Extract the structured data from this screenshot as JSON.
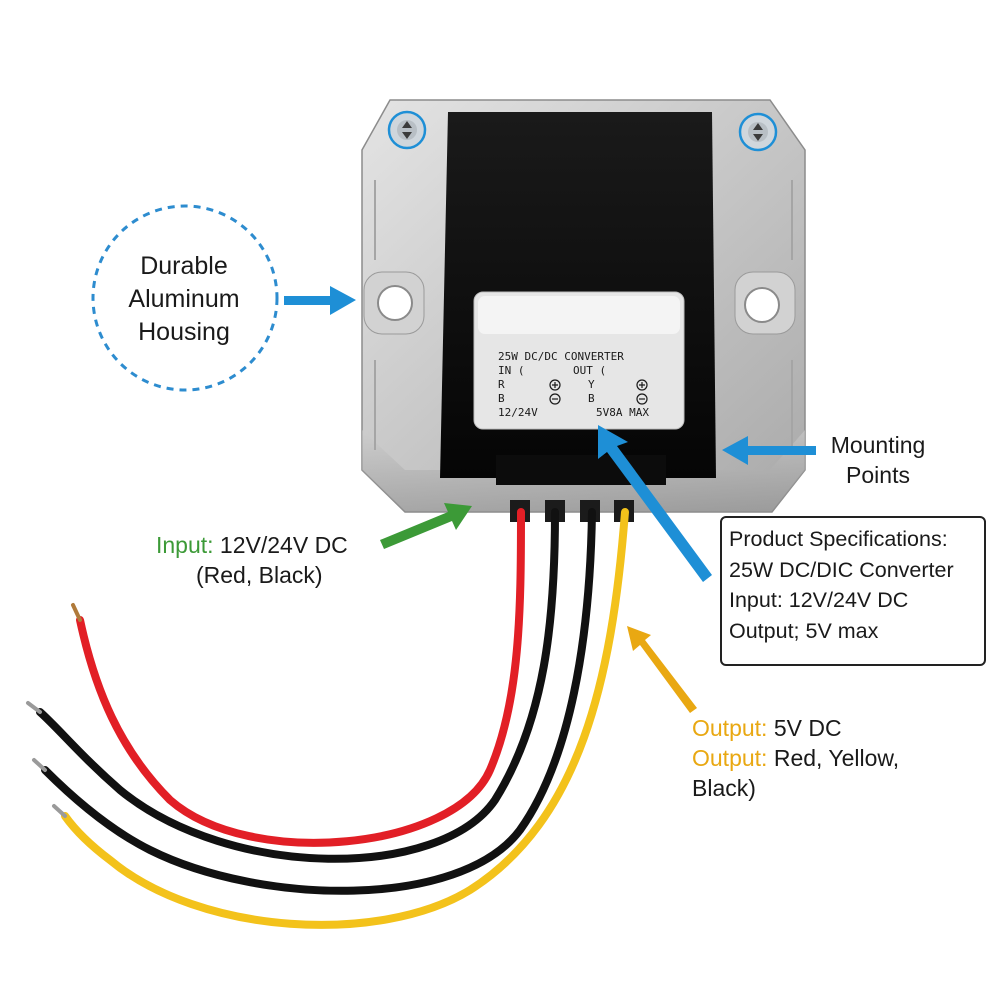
{
  "callouts": {
    "housing": {
      "line1": "Durable",
      "line2": "Aluminum",
      "line3": "Housing"
    },
    "mounting": {
      "line1": "Mounting",
      "line2": "Points"
    },
    "input": {
      "prefix": "Input:",
      "value": " 12V/24V DC",
      "wires": "(Red, Black)"
    },
    "specs": {
      "line1": "Product Specifications:",
      "line2": "25W DC/DIC Converter",
      "line3": "Input: 12V/24V DC",
      "line4": "Output; 5V max"
    },
    "output": {
      "prefix1": "Output:",
      "value1": " 5V DC",
      "prefix2": "Output:",
      "value2": " Red, Yellow,",
      "value3": "Black)"
    }
  },
  "device_label": {
    "title": "25W DC/DC CONVERTER",
    "in": "IN (",
    "out": "OUT (",
    "in_r": "R",
    "in_b": "B",
    "out_y": "Y",
    "out_b": "B",
    "input_rating": "12/24V",
    "output_rating": "5V8A MAX"
  },
  "colors": {
    "callout_blue": "#1e8fd6",
    "input_green": "#3c9a37",
    "output_orange": "#e9a812",
    "wire_red": "#e21f26",
    "wire_black": "#111111",
    "wire_yellow": "#f3c21b"
  }
}
